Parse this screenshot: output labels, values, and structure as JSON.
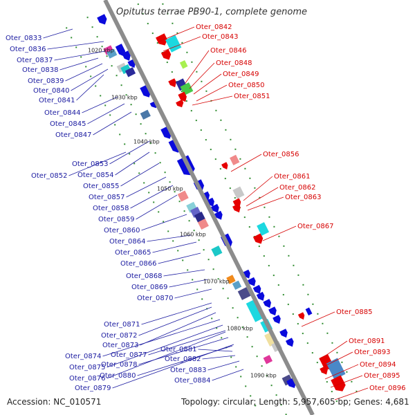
{
  "header": {
    "title": "Opitutus terrae PB90-1, complete genome"
  },
  "footer": {
    "accession": "Accession: NC_010571",
    "topology": "Topology: circular; Length: 5,957,605 bp; Genes: 4,681"
  },
  "colors": {
    "backbone": "#8c8c8c",
    "minus_strand_genes": "#0a0adc",
    "plus_strand_genes": "#e60000",
    "label_blue": "#1a1aa0",
    "label_red": "#d60000",
    "tick_dots": "#2e8b2e"
  },
  "scale_ticks": [
    "1020 kbp",
    "1030 kbp",
    "1040 kbp",
    "1050 kbp",
    "1060 kbp",
    "1070 kbp",
    "1080 kbp",
    "1090 kbp"
  ],
  "labels_left": [
    "Oter_0833",
    "Oter_0836",
    "Oter_0837",
    "Oter_0838",
    "Oter_0839",
    "Oter_0840",
    "Oter_0841",
    "Oter_0844",
    "Oter_0845",
    "Oter_0847",
    "Oter_0853",
    "Oter_0852",
    "Oter_0854",
    "Oter_0855",
    "Oter_0857",
    "Oter_0858",
    "Oter_0859",
    "Oter_0860",
    "Oter_0864",
    "Oter_0865",
    "Oter_0866",
    "Oter_0868",
    "Oter_0869",
    "Oter_0870",
    "Oter_0871",
    "Oter_0872",
    "Oter_0873",
    "Oter_0874",
    "Oter_0877",
    "Oter_0875",
    "Oter_0878",
    "Oter_0876",
    "Oter_0880",
    "Oter_0879",
    "Oter_0881",
    "Oter_0882",
    "Oter_0883",
    "Oter_0884"
  ],
  "labels_right": [
    "Oter_0842",
    "Oter_0843",
    "Oter_0846",
    "Oter_0848",
    "Oter_0849",
    "Oter_0850",
    "Oter_0851",
    "Oter_0856",
    "Oter_0861",
    "Oter_0862",
    "Oter_0863",
    "Oter_0867",
    "Oter_0885",
    "Oter_0891",
    "Oter_0893",
    "Oter_0894",
    "Oter_0895",
    "Oter_0896"
  ]
}
